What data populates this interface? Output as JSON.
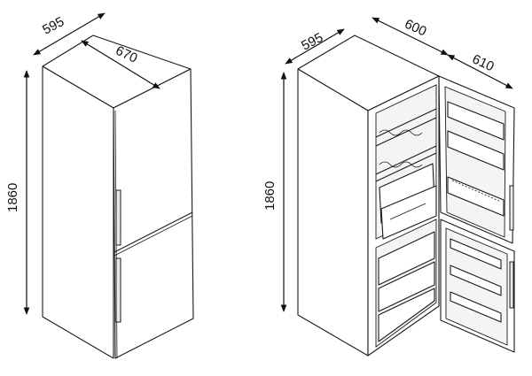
{
  "fridge_closed": {
    "dimensions": {
      "width": "595",
      "depth": "670",
      "height": "1860"
    }
  },
  "fridge_open": {
    "dimensions": {
      "width": "595",
      "depth": "600",
      "depth_door_open": "610",
      "height": "1860"
    }
  }
}
